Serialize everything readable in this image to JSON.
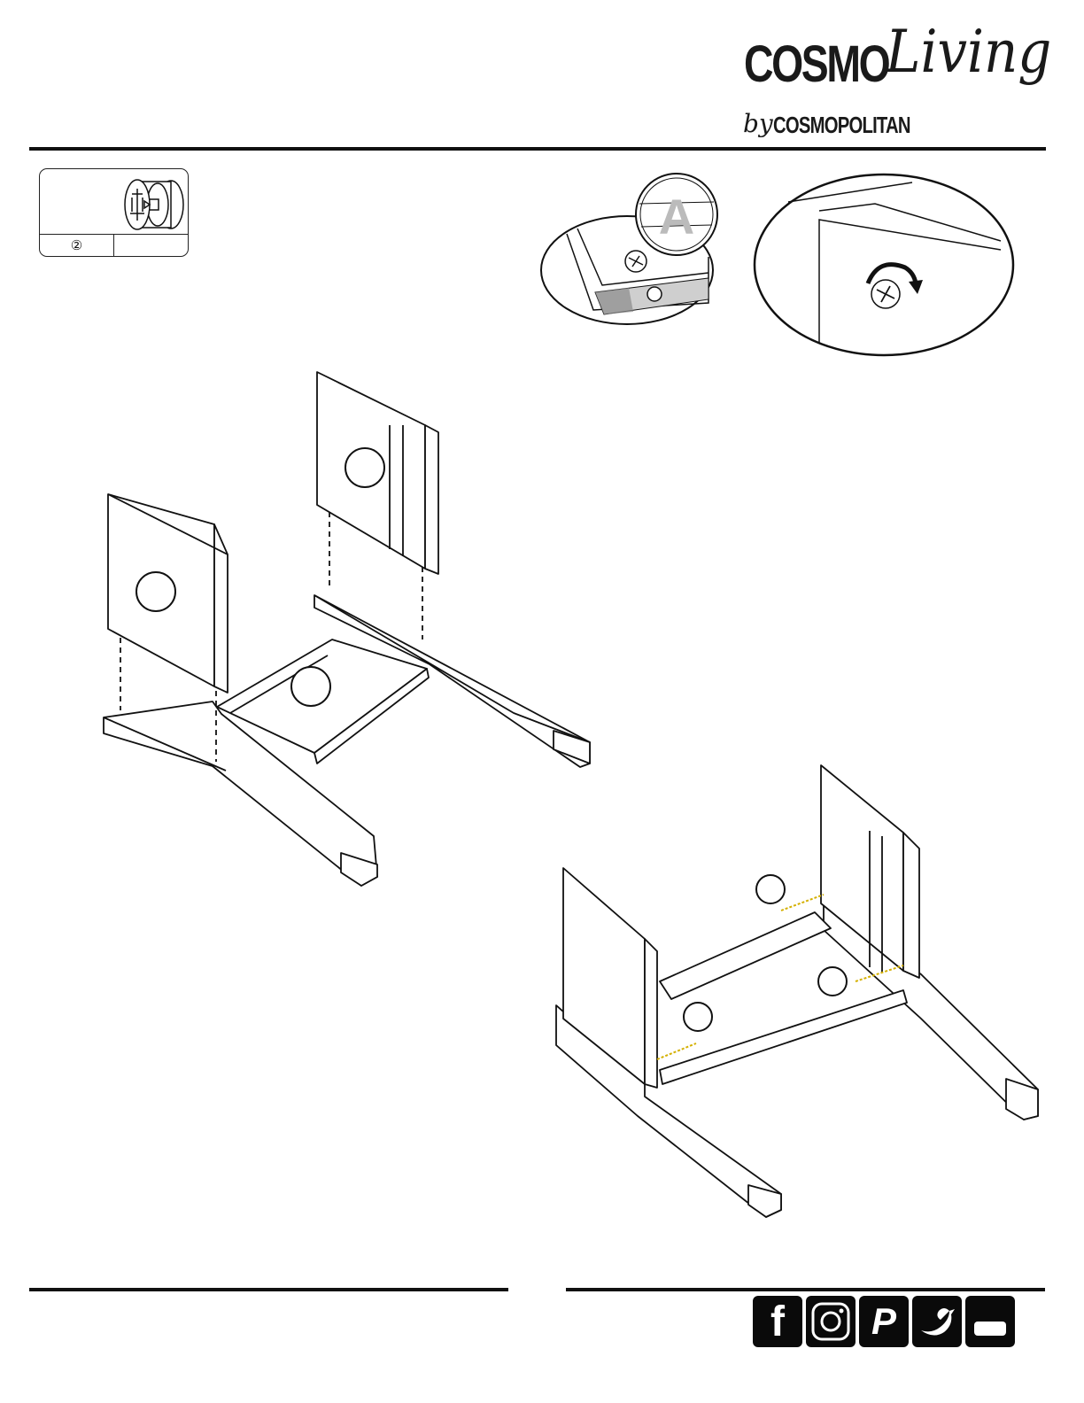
{
  "header": {
    "logo_main": "COSMO",
    "logo_script": "Living",
    "logo_by": "by",
    "logo_publisher": "COSMOPOLITAN"
  },
  "hardware": {
    "part_count": "②",
    "part_id": ""
  },
  "detail_callout": {
    "panel_letter": "A"
  },
  "social_icons": [
    "facebook-icon",
    "instagram-icon",
    "pinterest-icon",
    "twitter-icon",
    "youtube-icon"
  ],
  "colors": {
    "line": "#111111",
    "dowel_highlight": "#d4b000",
    "stipple": "#555555"
  }
}
